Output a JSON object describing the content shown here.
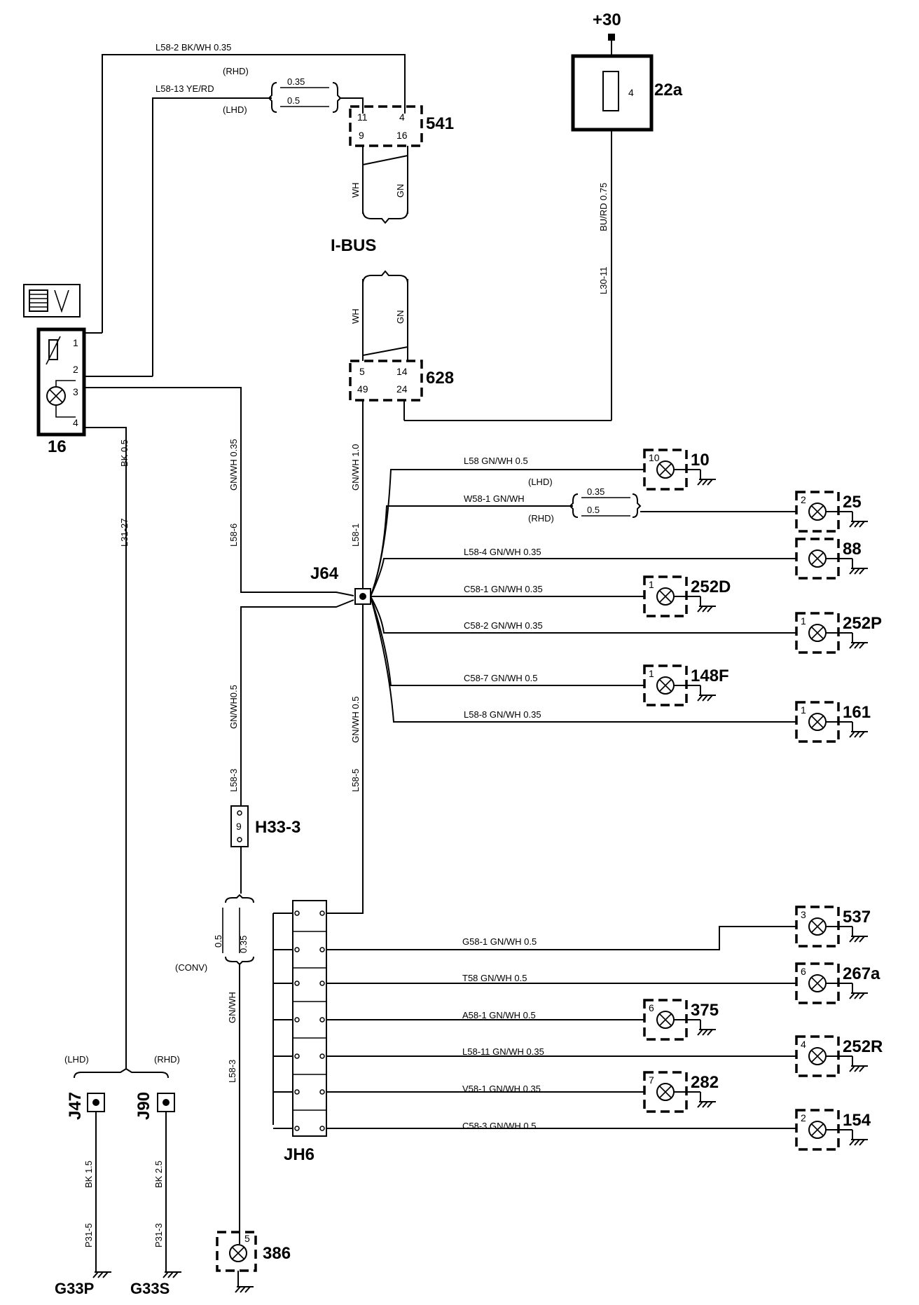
{
  "supply": "+30",
  "fuse": {
    "id": "22a",
    "pin": "4",
    "wire_a": "BU/RD 0.75",
    "wire_b": "L30-11"
  },
  "top_wires": {
    "l58_2": "L58-2   BK/WH  0.35",
    "l58_13": "L58-13   YE/RD",
    "rhd": "(RHD)",
    "lhd": "(LHD)",
    "size_rhd": "0.35",
    "size_lhd": "0.5"
  },
  "c541": {
    "id": "541",
    "pins": [
      "11",
      "4",
      "9",
      "16"
    ],
    "wh": "WH",
    "gn": "GN"
  },
  "ibus": "I-BUS",
  "c628": {
    "id": "628",
    "pins": [
      "5",
      "14",
      "49",
      "24"
    ],
    "wh": "WH",
    "gn": "GN"
  },
  "c16": {
    "id": "16",
    "pins": [
      "1",
      "2",
      "3",
      "4"
    ]
  },
  "left_wires": {
    "bk": "BK  0.5",
    "l31": "L31-27",
    "gnwh": "GN/WH 0.35",
    "l58_6": "L58-6",
    "gnwh1": "GN/WH 1.0",
    "l58_1": "L58-1"
  },
  "j64": "J64",
  "branches_upper": [
    {
      "wire": "L58   GN/WH 0.5",
      "comp": "10",
      "pin": "10"
    },
    {
      "wire": "W58-1   GN/WH",
      "comp": "25",
      "pin": "2",
      "lhd": "(LHD)",
      "rhd": "(RHD)",
      "s1": "0.35",
      "s2": "0.5"
    },
    {
      "wire": "L58-4      GN/WH 0.35",
      "comp": "88",
      "pin": ""
    },
    {
      "wire": "C58-1      GN/WH 0.35",
      "comp": "252D",
      "pin": "1"
    },
    {
      "wire": "C58-2         GN/WH 0.35",
      "comp": "252P",
      "pin": "1"
    },
    {
      "wire": "C58-7    GN/WH 0.5",
      "comp": "148F",
      "pin": "1"
    },
    {
      "wire": "L58-8     GN/WH 0.35",
      "comp": "161",
      "pin": "1"
    }
  ],
  "mid_wires": {
    "gnwh05": "GN/WH0.5",
    "l58_3": "L58-3",
    "gnwh05b": "GN/WH 0.5",
    "l58_5": "L58-5"
  },
  "h33": {
    "id": "H33-3",
    "pin": "9"
  },
  "conv": {
    "label": "(CONV)",
    "s1": "0.5",
    "s2": "0.35",
    "wire": "GN/WH",
    "wire2": "L58-3"
  },
  "jh6": "JH6",
  "branches_lower": [
    {
      "wire": "G58-1        GN/WH 0.5",
      "comp": "537",
      "pin": "3"
    },
    {
      "wire": "T58    GN/WH 0.5",
      "comp": "267a",
      "pin": "6"
    },
    {
      "wire": "A58-1        GN/WH 0.5",
      "comp": "375",
      "pin": "6"
    },
    {
      "wire": "L58-11      GN/WH 0.35",
      "comp": "252R",
      "pin": "4"
    },
    {
      "wire": "V58-1        GN/WH 0.35",
      "comp": "282",
      "pin": "7"
    },
    {
      "wire": "C58-3    GN/WH 0.5",
      "comp": "154",
      "pin": "2"
    }
  ],
  "grounds": {
    "lhd": "(LHD)",
    "rhd": "(RHD)",
    "j47": "J47",
    "j90": "J90",
    "w1": "BK 1.5",
    "w1b": "P31-5",
    "w2": "BK 2.5",
    "w2b": "P31-3",
    "g1": "G33P",
    "g2": "G33S"
  },
  "c386": {
    "id": "386",
    "pin": "5"
  }
}
